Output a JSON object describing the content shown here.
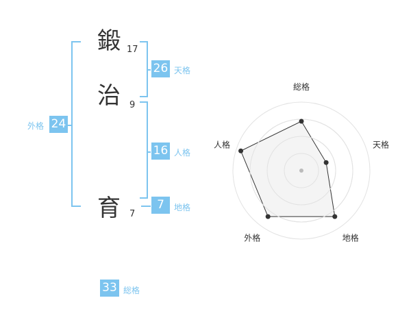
{
  "name": {
    "chars": [
      {
        "char": "鍛",
        "strokes": "17"
      },
      {
        "char": "治",
        "strokes": "9"
      },
      {
        "char": "育",
        "strokes": "7"
      }
    ]
  },
  "kaku": {
    "tenkaku": {
      "value": "26",
      "label": "天格"
    },
    "jinkaku": {
      "value": "16",
      "label": "人格"
    },
    "chikaku": {
      "value": "7",
      "label": "地格"
    },
    "gaikaku": {
      "value": "24",
      "label": "外格"
    },
    "soukaku": {
      "value": "33",
      "label": "総格"
    }
  },
  "chart_data": {
    "type": "radar",
    "axes": [
      "総格",
      "天格",
      "地格",
      "外格",
      "人格"
    ],
    "values": [
      0.72,
      0.38,
      0.83,
      0.83,
      0.93
    ],
    "range": [
      0,
      1
    ],
    "rings": 4,
    "colors": {
      "accent": "#7cc4ef",
      "ring": "#e2e2e2",
      "fill": "#f2f2f2",
      "outline": "#333333",
      "point": "#333333",
      "center": "#bbbbbb"
    }
  }
}
